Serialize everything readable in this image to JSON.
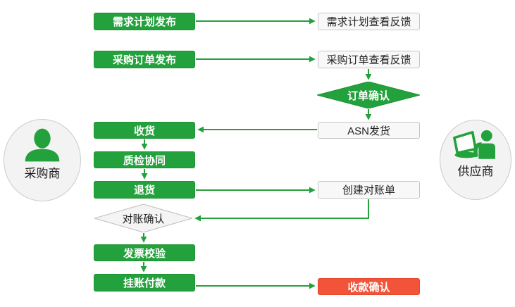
{
  "diagram_title": "",
  "colors": {
    "process_green": "#23A13C",
    "process_green_border": "#1E9331",
    "connector_green": "#23A13C",
    "neutral_fill": "#F8F8F8",
    "neutral_border": "#C6C6C6",
    "decision_gray_fill": "#F4F4F4",
    "decision_gray_border": "#BDBDBD",
    "highlight_red": "#F2543A",
    "actor_circle_fill": "#F3F3F3",
    "actor_circle_border": "#CBCBCB",
    "text_dark": "#222222",
    "text_light": "#FFFFFF"
  },
  "actors": {
    "buyer": {
      "label": "采购商",
      "icon": "person-icon"
    },
    "supplier": {
      "label": "供应商",
      "icon": "person-laptop-icon"
    }
  },
  "nodes": {
    "demand_plan_publish": {
      "label": "需求计划发布",
      "kind": "process",
      "owner": "buyer"
    },
    "po_publish": {
      "label": "采购订单发布",
      "kind": "process",
      "owner": "buyer"
    },
    "receive_goods": {
      "label": "收货",
      "kind": "process",
      "owner": "buyer"
    },
    "quality_collaboration": {
      "label": "质检协同",
      "kind": "process",
      "owner": "buyer"
    },
    "return_goods": {
      "label": "退货",
      "kind": "process",
      "owner": "buyer"
    },
    "reconciliation_confirm": {
      "label": "对账确认",
      "kind": "decision",
      "owner": "buyer"
    },
    "invoice_verification": {
      "label": "发票校验",
      "kind": "process",
      "owner": "buyer"
    },
    "booked_payment": {
      "label": "挂账付款",
      "kind": "process",
      "owner": "buyer"
    },
    "demand_plan_feedback": {
      "label": "需求计划查看反馈",
      "kind": "io",
      "owner": "supplier"
    },
    "po_feedback": {
      "label": "采购订单查看反馈",
      "kind": "io",
      "owner": "supplier"
    },
    "order_confirm": {
      "label": "订单确认",
      "kind": "decision",
      "owner": "supplier"
    },
    "asn_shipment": {
      "label": "ASN发货",
      "kind": "io",
      "owner": "supplier"
    },
    "create_statement": {
      "label": "创建对账单",
      "kind": "io",
      "owner": "supplier"
    },
    "receipt_confirm": {
      "label": "收款确认",
      "kind": "highlight",
      "owner": "supplier"
    }
  },
  "edges": [
    {
      "from": "demand_plan_publish",
      "to": "demand_plan_feedback"
    },
    {
      "from": "po_publish",
      "to": "po_feedback"
    },
    {
      "from": "po_feedback",
      "to": "order_confirm"
    },
    {
      "from": "order_confirm",
      "to": "asn_shipment"
    },
    {
      "from": "asn_shipment",
      "to": "receive_goods"
    },
    {
      "from": "receive_goods",
      "to": "quality_collaboration"
    },
    {
      "from": "quality_collaboration",
      "to": "return_goods"
    },
    {
      "from": "return_goods",
      "to": "create_statement"
    },
    {
      "from": "create_statement",
      "to": "reconciliation_confirm"
    },
    {
      "from": "reconciliation_confirm",
      "to": "invoice_verification"
    },
    {
      "from": "invoice_verification",
      "to": "booked_payment"
    },
    {
      "from": "booked_payment",
      "to": "receipt_confirm"
    }
  ]
}
